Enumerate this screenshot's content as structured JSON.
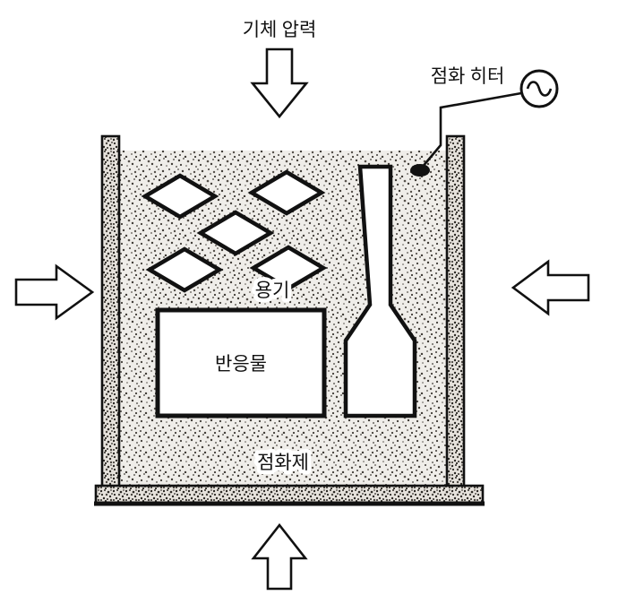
{
  "diagram": {
    "labels": {
      "gas_pressure": "기체 압력",
      "ignition_heater": "점화 히터",
      "container": "용기",
      "reactant": "반응물",
      "ignition_agent": "점화제"
    },
    "colors": {
      "ink": "#111111",
      "background": "#ffffff",
      "powder_speck": "#3f3b36",
      "wall_speck": "#2b2824"
    }
  }
}
